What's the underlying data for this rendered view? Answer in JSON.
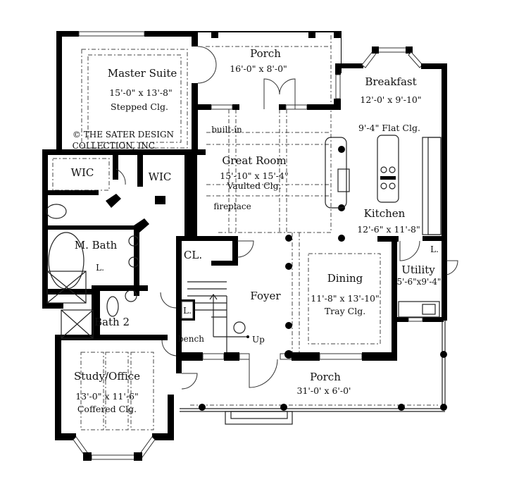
{
  "copyright": [
    "© THE SATER DESIGN",
    "COLLECTION, INC."
  ],
  "rooms": {
    "master_suite": {
      "name": "Master Suite",
      "size": "15'-0\" x 13'-8\"",
      "ceiling": "Stepped Clg."
    },
    "rear_porch": {
      "name": "Porch",
      "size": "16'-0\" x 8'-0\""
    },
    "breakfast": {
      "name": "Breakfast",
      "size": "12'-0' x 9'-10\"",
      "ceiling": "9'-4\" Flat Clg."
    },
    "great_room": {
      "name": "Great Room",
      "size": "15'-10\" x 15'-4\"",
      "ceiling": "Vaulted Clg."
    },
    "kitchen": {
      "name": "Kitchen",
      "size": "12'-6\" x 11'-8\""
    },
    "wic_left": {
      "name": "WIC"
    },
    "wic_right": {
      "name": "WIC"
    },
    "master_bath": {
      "name": "M. Bath"
    },
    "master_bath_linen": {
      "name": "L."
    },
    "closet": {
      "name": "CL."
    },
    "foyer": {
      "name": "Foyer"
    },
    "dining": {
      "name": "Dining",
      "size": "11'-8\" x 13'-10\"",
      "ceiling": "Tray Clg."
    },
    "utility": {
      "name": "Utility",
      "size": "5'-6\"x9'-4\""
    },
    "utility_linen": {
      "name": "L."
    },
    "foyer_linen": {
      "name": "L."
    },
    "bath2": {
      "name": "Bath 2"
    },
    "study": {
      "name": "Study/Office",
      "size": "13'-0\" x 11'-6\"",
      "ceiling": "Coffered Clg."
    },
    "front_porch": {
      "name": "Porch",
      "size": "31'-0' x 6'-0'"
    }
  },
  "notes": {
    "built_in": "built-in",
    "fireplace": "fireplace",
    "bench": "bench",
    "up": "Up"
  }
}
